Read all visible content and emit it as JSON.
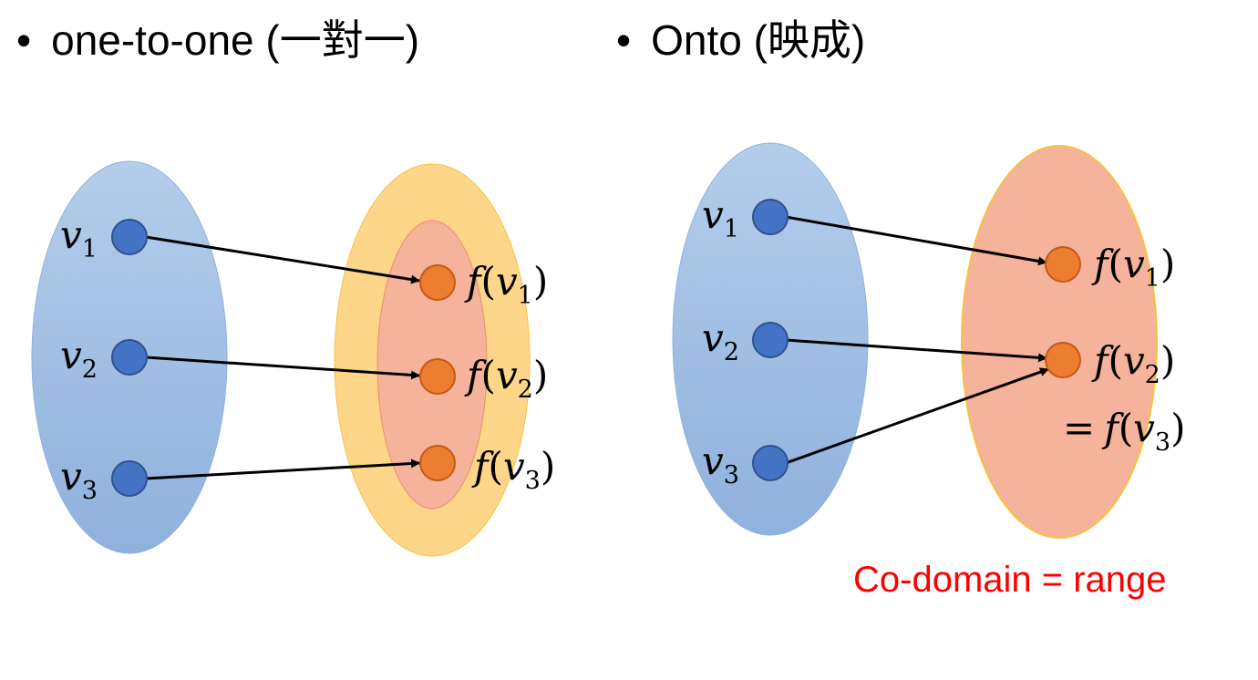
{
  "bullets": {
    "marker": "•",
    "left": "one-to-one (一對一)",
    "right": "Onto (映成)"
  },
  "one_to_one": {
    "domain_labels": [
      {
        "var": "v",
        "sub": "1"
      },
      {
        "var": "v",
        "sub": "2"
      },
      {
        "var": "v",
        "sub": "3"
      }
    ],
    "image_labels": [
      {
        "fn": "f",
        "var": "v",
        "sub": "1"
      },
      {
        "fn": "f",
        "var": "v",
        "sub": "2"
      },
      {
        "fn": "f",
        "var": "v",
        "sub": "3"
      }
    ]
  },
  "onto": {
    "domain_labels": [
      {
        "var": "v",
        "sub": "1"
      },
      {
        "var": "v",
        "sub": "2"
      },
      {
        "var": "v",
        "sub": "3"
      }
    ],
    "image_labels": [
      {
        "fn": "f",
        "var": "v",
        "sub": "1"
      },
      {
        "fn": "f",
        "var": "v",
        "sub": "2"
      }
    ],
    "equals_label": {
      "eq": "=",
      "fn": "f",
      "var": "v",
      "sub": "3"
    }
  },
  "note": "Co-domain = range",
  "colors": {
    "domain_fill": "#9fbfe3",
    "domain_stroke": "#7aa3d6",
    "codomain_fill": "#fdd68a",
    "codomain_stroke": "#f5c242",
    "range_fill": "#f4b39a",
    "range_stroke": "#e78f6e",
    "domain_dot": "#4472c4",
    "domain_dot_stroke": "#2f528f",
    "range_dot": "#ed7d31",
    "range_dot_stroke": "#c55a11",
    "arrow": "#000000",
    "note": "#ff0000"
  }
}
